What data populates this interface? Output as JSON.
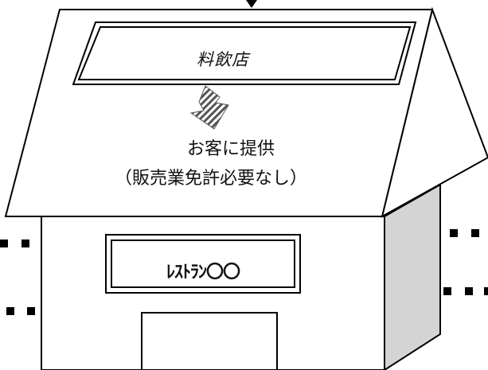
{
  "diagram": {
    "banner_text": "料飲店",
    "arrow_caption_line1": "お客に提供",
    "arrow_caption_line2": "（販売業免許必要なし）",
    "sign_text": "ﾚｽﾄﾗﾝ〇〇"
  },
  "colors": {
    "roof_front": "#ffffff",
    "roof_side": "#ffffff",
    "right_wall": "#d4d4d4",
    "front_wall": "#ffffff",
    "outline": "#000000",
    "arrow_fill": "#5a5a5a"
  }
}
